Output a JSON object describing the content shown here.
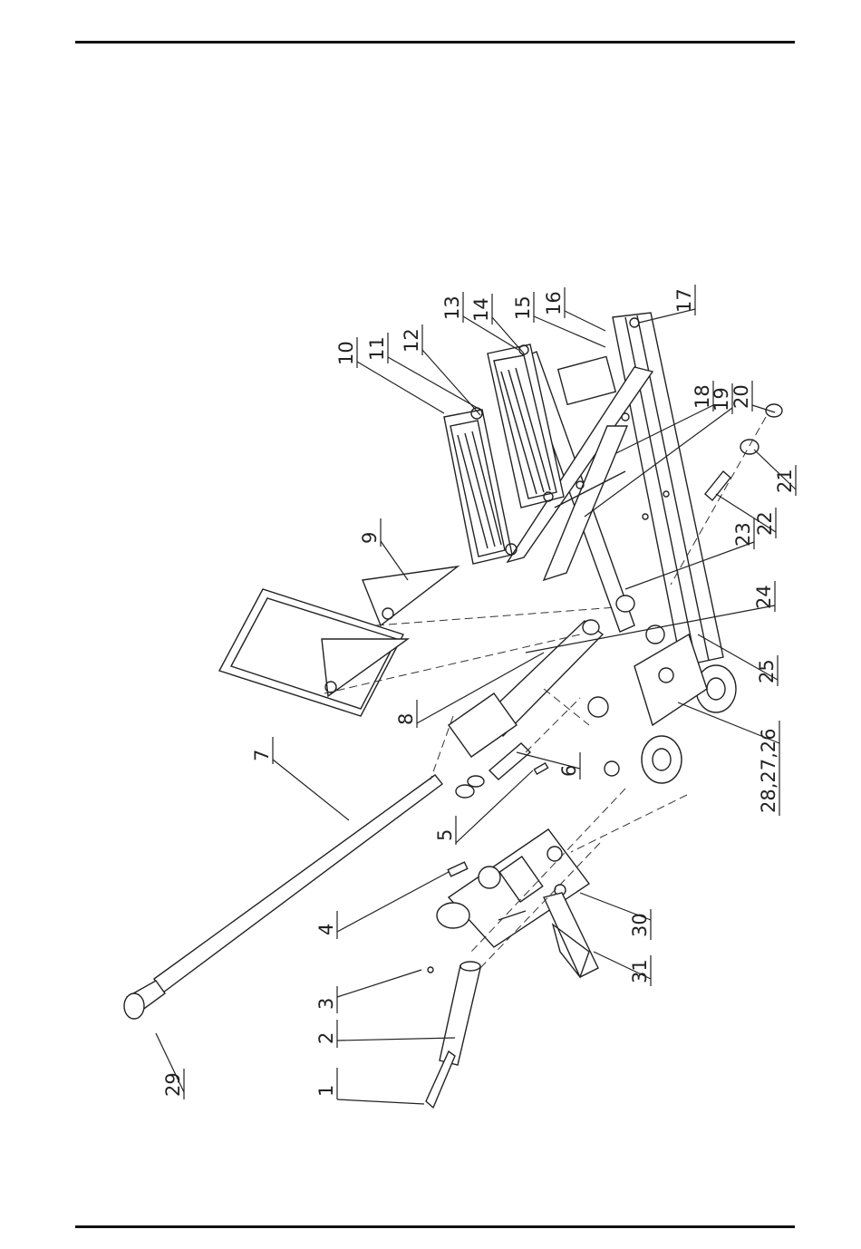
{
  "labels": [
    {
      "id": "p1",
      "text": "1"
    },
    {
      "id": "p2",
      "text": "2"
    },
    {
      "id": "p3",
      "text": "3"
    },
    {
      "id": "p4",
      "text": "4"
    },
    {
      "id": "p5",
      "text": "5"
    },
    {
      "id": "p6",
      "text": "6"
    },
    {
      "id": "p7",
      "text": "7"
    },
    {
      "id": "p8",
      "text": "8"
    },
    {
      "id": "p9",
      "text": "9"
    },
    {
      "id": "p10",
      "text": "10"
    },
    {
      "id": "p11",
      "text": "11"
    },
    {
      "id": "p12",
      "text": "12"
    },
    {
      "id": "p13",
      "text": "13"
    },
    {
      "id": "p14",
      "text": "14"
    },
    {
      "id": "p15",
      "text": "15"
    },
    {
      "id": "p16",
      "text": "16"
    },
    {
      "id": "p17",
      "text": "17"
    },
    {
      "id": "p18",
      "text": "18"
    },
    {
      "id": "p19",
      "text": "19"
    },
    {
      "id": "p20",
      "text": "20"
    },
    {
      "id": "p21",
      "text": "21"
    },
    {
      "id": "p22",
      "text": "22"
    },
    {
      "id": "p23",
      "text": "23"
    },
    {
      "id": "p24",
      "text": "24"
    },
    {
      "id": "p25",
      "text": "25"
    },
    {
      "id": "p26",
      "text": "28,27,26"
    },
    {
      "id": "p29",
      "text": "29"
    },
    {
      "id": "p30",
      "text": "30"
    },
    {
      "id": "p31",
      "text": "31"
    }
  ]
}
